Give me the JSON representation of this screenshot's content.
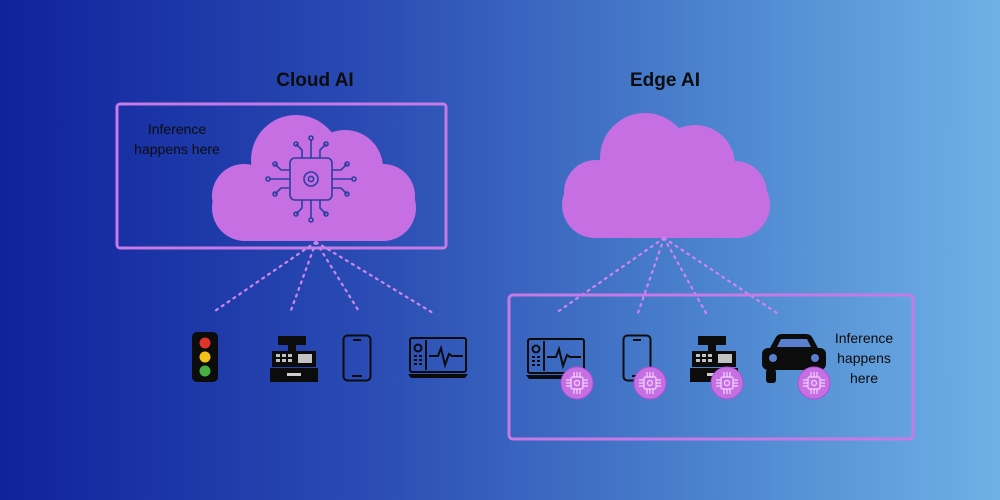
{
  "diagram": {
    "cloud_section": {
      "title": "Cloud AI",
      "note": [
        "Inference",
        "happens here"
      ]
    },
    "edge_section": {
      "title": "Edge AI",
      "note": [
        "Inference",
        "happens",
        "here"
      ]
    },
    "icons": {
      "cloud_devices": [
        "traffic-light-icon",
        "cash-register-icon",
        "smartphone-icon",
        "monitor-icon"
      ],
      "edge_devices": [
        "monitor-icon",
        "smartphone-icon",
        "cash-register-icon",
        "car-icon"
      ],
      "processor": "ai-chip-icon"
    },
    "colors": {
      "cloud": "#c66fe3",
      "frame": "#c67ae6",
      "background_start": "#0f229c",
      "background_end": "#6fb1e6",
      "text": "#0c0c0c"
    }
  }
}
